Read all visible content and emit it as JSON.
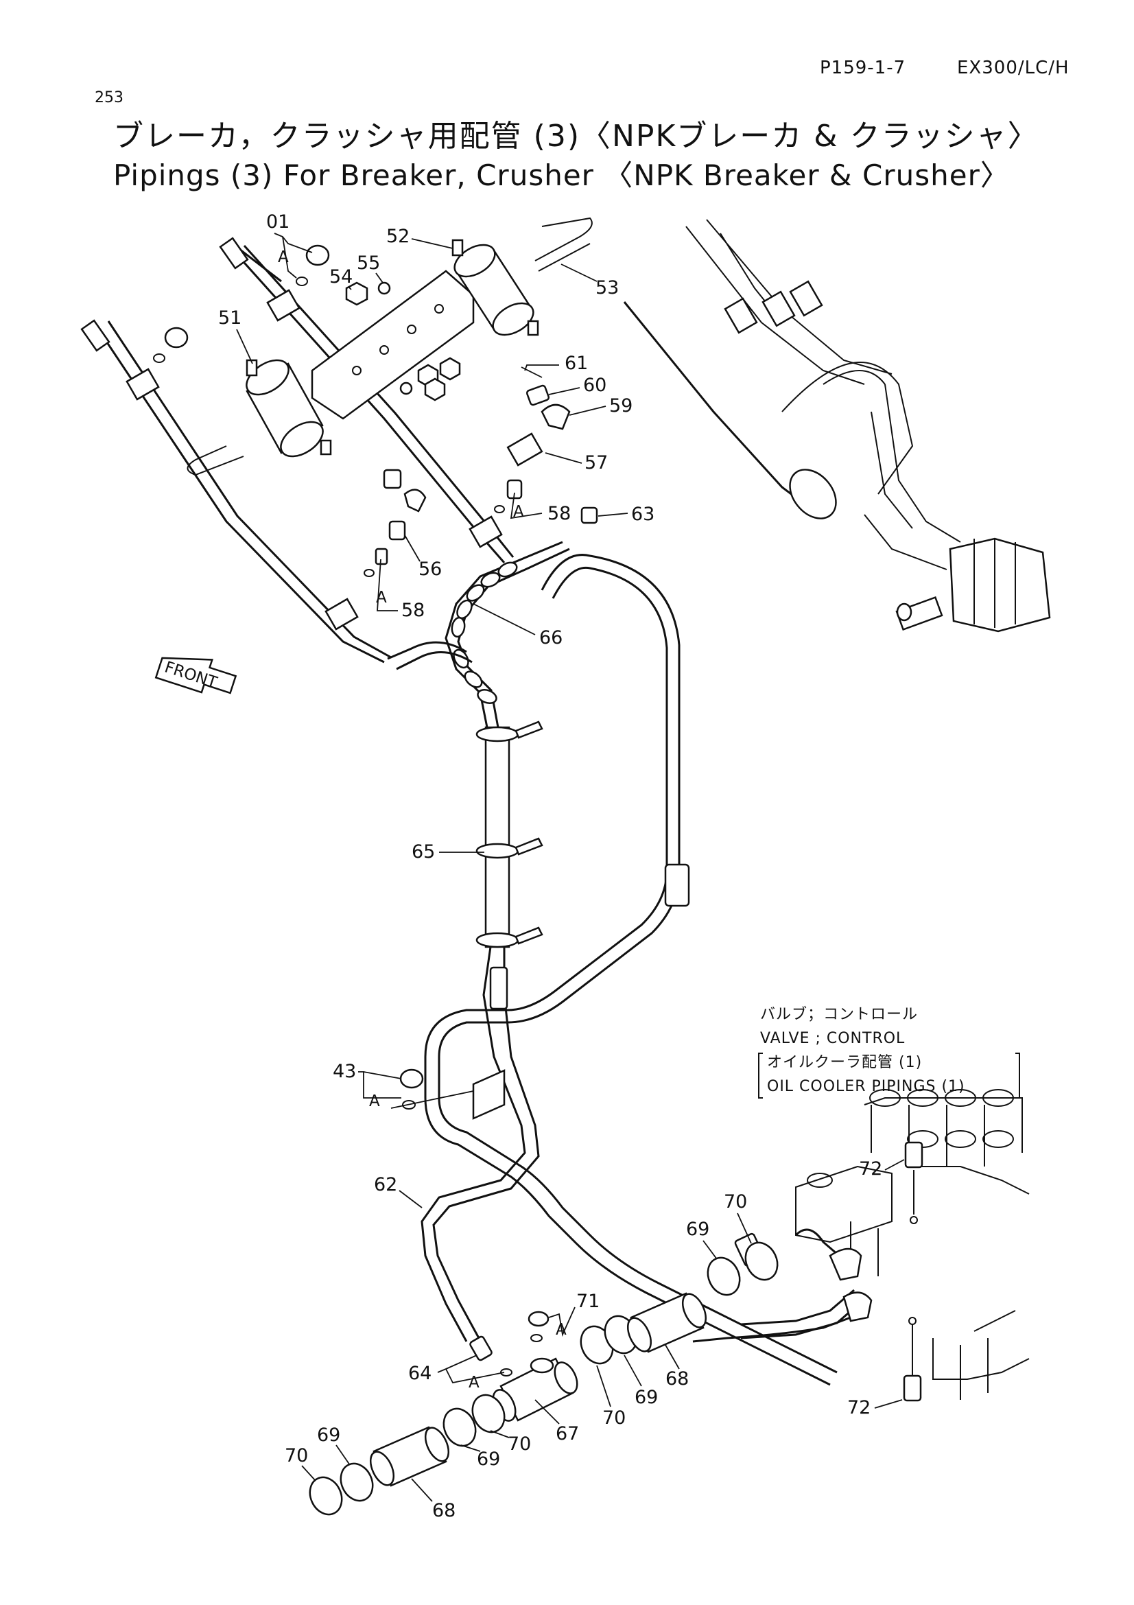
{
  "header": {
    "page_ref": "P159-1-7",
    "model": "EX300/LC/H",
    "page_number": "253",
    "title_jp": "ブレーカ，クラッシャ用配管 (3)〈NPKブレーカ & クラッシャ〉",
    "title_en": "Pipings (3) For Breaker, Crusher 〈NPK Breaker & Crusher〉"
  },
  "front_marker": "FRONT",
  "reference_note": {
    "line1": "バルブ；コントロール",
    "line2": "VALVE ; CONTROL",
    "line3": "オイルクーラ配管 (1)",
    "line4": "OIL COOLER PIPINGS (1)"
  },
  "sub_marker": "A",
  "callouts": {
    "c01": "01",
    "c43": "43",
    "c51": "51",
    "c52": "52",
    "c53": "53",
    "c54": "54",
    "c55": "55",
    "c56": "56",
    "c57": "57",
    "c58a": "58",
    "c58b": "58",
    "c59": "59",
    "c60": "60",
    "c61": "61",
    "c62": "62",
    "c63": "63",
    "c64": "64",
    "c65": "65",
    "c66": "66",
    "c67": "67",
    "c68a": "68",
    "c68b": "68",
    "c69a": "69",
    "c69b": "69",
    "c69c": "69",
    "c69d": "69",
    "c70a": "70",
    "c70b": "70",
    "c70c": "70",
    "c70d": "70",
    "c71": "71",
    "c72a": "72",
    "c72b": "72"
  }
}
